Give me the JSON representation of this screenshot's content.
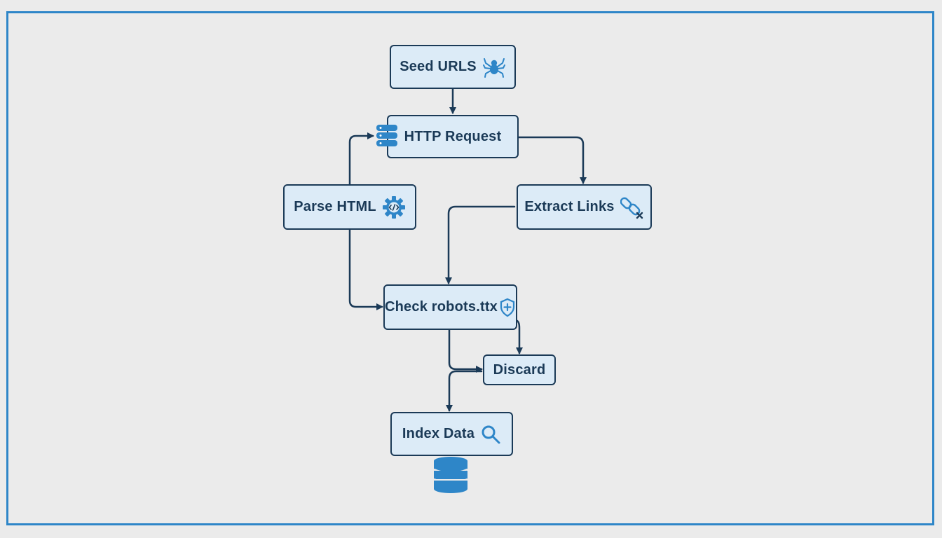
{
  "diagram": {
    "nodes": {
      "seed": {
        "label": "Seed URLS",
        "icon": "spider-icon"
      },
      "http": {
        "label": "HTTP Request",
        "icon": "database-icon"
      },
      "parse": {
        "label": "Parse HTML",
        "icon": "code-gear-icon"
      },
      "extract": {
        "label": "Extract Links",
        "icon": "broken-link-icon"
      },
      "robots": {
        "label": "Check robots.ttx",
        "icon": "shield-icon"
      },
      "discard": {
        "label": "Discard"
      },
      "index": {
        "label": "Index Data",
        "icon": "search-icon"
      }
    },
    "storage_icon": "database-icon",
    "colors": {
      "node_fill": "#dcebf7",
      "node_border": "#1b3a57",
      "accent": "#2e86c8",
      "background": "#ebebeb"
    }
  }
}
